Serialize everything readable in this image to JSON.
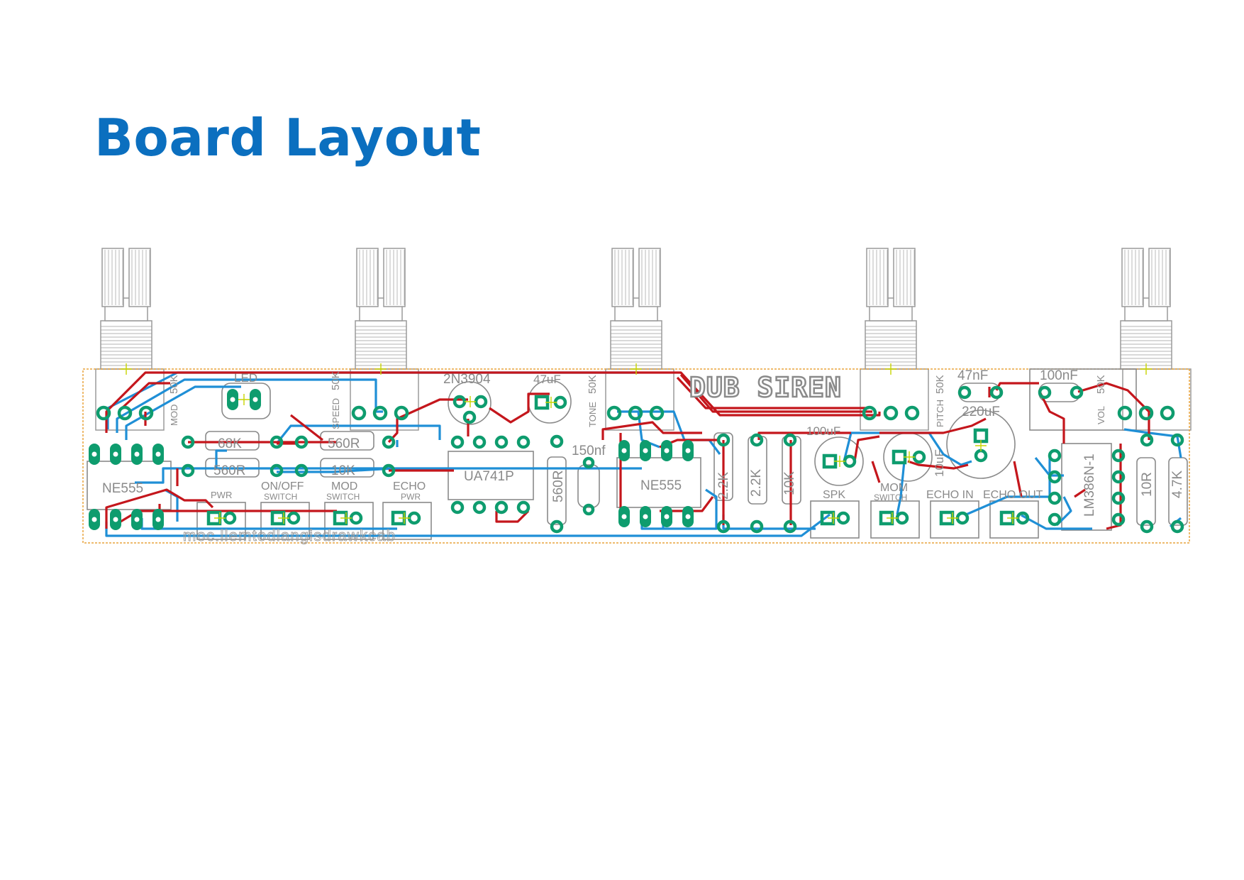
{
  "page": {
    "title": "Board Layout",
    "background": "#ffffff",
    "title_color": "#0b6fbf"
  },
  "colors": {
    "top_trace": "#c4161c",
    "bottom_trace": "#1f8fd6",
    "pad": "#0e9c6e",
    "silkscreen": "#8a8a8a",
    "board_outline": "#e8a33d",
    "cross_mark": "#c7d400"
  },
  "board": {
    "logo": "DUB SIREN",
    "mirrored_text": "moc.llemtodlangisdrawkcab"
  },
  "labels": {
    "pot_mod": "50K",
    "pot_mod_name": "MOD",
    "pot_speed": "50K",
    "pot_speed_name": "SPEED",
    "pot_tone": "50K",
    "pot_tone_name": "TONE",
    "pot_pitch": "50K",
    "pot_pitch_name": "PITCH",
    "pot_vol": "50K",
    "pot_vol_name": "VOL",
    "led": "LED",
    "transistor": "2N3904",
    "cap_47uf": "47uF",
    "r_68k": "68K",
    "r_560r_a": "560R",
    "r_560r_b": "560R",
    "r_10k_a": "10K",
    "ic_ne555_a": "NE555",
    "ic_ua741": "UA741P",
    "r_560r_c": "560R",
    "cap_150nf": "150nf",
    "ic_ne555_b": "NE555",
    "r_2k2_a": "2.2K",
    "r_2k2_b": "2.2K",
    "r_10k_b": "10K",
    "cap_100uf": "100uF",
    "cap_10uf": "10uF",
    "cap_47nf": "47nF",
    "cap_220uf": "220uF",
    "cap_100nf": "100nF",
    "ic_lm386": "LM386N-1",
    "r_10r": "10R",
    "r_4k7": "4.7K",
    "hdr_pwr": "PWR",
    "hdr_onoff": "ON/OFF",
    "hdr_onoff_sub": "SWITCH",
    "hdr_mod": "MOD",
    "hdr_mod_sub": "SWITCH",
    "hdr_echo": "ECHO",
    "hdr_echo_sub": "PWR",
    "hdr_spk": "SPK",
    "hdr_mom": "MOM",
    "hdr_mom_sub": "SWITCH",
    "hdr_echo_in": "ECHO IN",
    "hdr_echo_out": "ECHO OUT"
  }
}
